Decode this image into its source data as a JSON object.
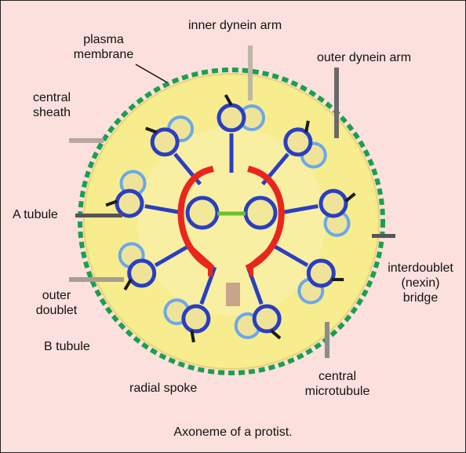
{
  "labels": {
    "inner_dynein_arm": "inner dynein arm",
    "plasma_membrane_1": "plasma",
    "plasma_membrane_2": "membrane",
    "outer_dynein_arm": "outer dynein arm",
    "central_sheath_1": "central",
    "central_sheath_2": "sheath",
    "a_tubule": "A tubule",
    "interdoublet_1": "interdoublet",
    "interdoublet_2": "(nexin)",
    "interdoublet_3": "bridge",
    "outer_doublet_1": "outer",
    "outer_doublet_2": "doublet",
    "b_tubule": "B tubule",
    "central_microtubule_1": "central",
    "central_microtubule_2": "microtubule",
    "radial_spoke": "radial spoke"
  },
  "caption": "Axoneme of a protist.",
  "colors": {
    "background": "#fbe0dd",
    "cytoplasm": "#f7ec8e",
    "membrane": "#1aa04a",
    "doublet": "#2a3fc0",
    "doublet_light": "#6aa8e8",
    "central_sheath": "#e8261e",
    "bridge": "#6ac22a",
    "pointer": "#777777"
  }
}
